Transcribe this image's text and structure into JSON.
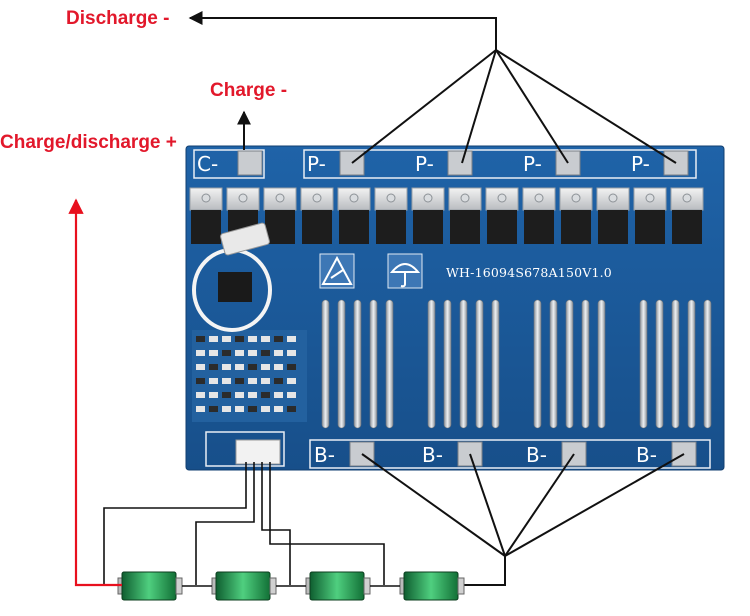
{
  "labels": {
    "discharge_neg": "Discharge -",
    "charge_neg": "Charge -",
    "charge_discharge_pos": "Charge/discharge +"
  },
  "board": {
    "model": "WH-16094S678A150V1.0",
    "c_pad": "C-",
    "p_pads": [
      "P-",
      "P-",
      "P-",
      "P-"
    ],
    "b_pads": [
      "B-",
      "B-",
      "B-",
      "B-"
    ],
    "esd_icon": "esd-warning-icon",
    "moisture_icon": "keep-dry-umbrella-icon"
  },
  "battery_cells": 4,
  "colors": {
    "label_red": "#e2182b",
    "board_blue": "#1c5a9a",
    "wire_red": "#e8101e",
    "wire_black": "#111111",
    "cell_green": "#1f8a4a",
    "pad_silver": "#c9ccd0"
  }
}
